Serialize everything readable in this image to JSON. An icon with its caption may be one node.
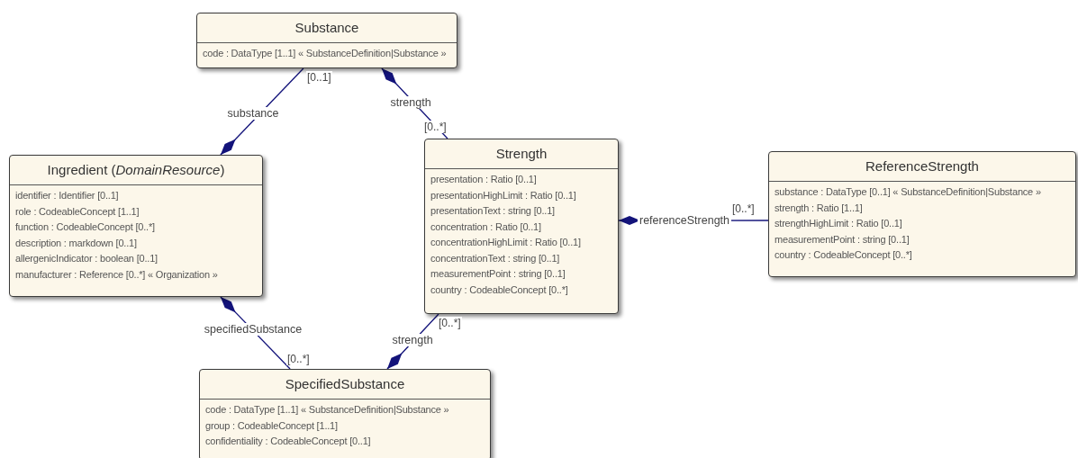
{
  "diagram": {
    "nodes": [
      {
        "text": [
          "Substance",
          "code : DataType [1..1] « SubstanceDefinition|Substance »"
        ]
      },
      {
        "text": [
          "Ingredient (*DomainResource*)",
          "identifier : Identifier [0..1]",
          "role : CodeableConcept [1..1]",
          "function : CodeableConcept [0..*]",
          "description : markdown [0..1]",
          "allergenicIndicator : boolean [0..1]",
          "manufacturer : Reference [0..*] « Organization »"
        ]
      },
      {
        "text": [
          "Strength",
          "presentation : Ratio [0..1]",
          "presentationHighLimit : Ratio [0..1]",
          "presentationText : string [0..1]",
          "concentration : Ratio [0..1]",
          "concentrationHighLimit : Ratio [0..1]",
          "concentrationText : string [0..1]",
          "measurementPoint : string [0..1]",
          "country : CodeableConcept [0..*]"
        ]
      },
      {
        "text": [
          "ReferenceStrength",
          "substance : DataType [0..1] « SubstanceDefinition|Substance »",
          "strength : Ratio [1..1]",
          "strengthHighLimit : Ratio [0..1]",
          "measurementPoint : string [0..1]",
          "country : CodeableConcept [0..*]"
        ]
      },
      {
        "text": [
          "SpecifiedSubstance",
          "code : DataType [1..1] « SubstanceDefinition|Substance »",
          "group : CodeableConcept [1..1]",
          "confidentiality : CodeableConcept [0..1]"
        ]
      }
    ],
    "edges": [
      {
        "from": 1,
        "to": 0,
        "arrow": "other",
        "label": "substance"
      },
      {
        "from": 0,
        "to": 2,
        "arrow": "other",
        "label": "strength"
      },
      {
        "from": 2,
        "to": 3,
        "arrow": "other",
        "label": "referenceStrength"
      },
      {
        "from": 1,
        "to": 4,
        "arrow": "other",
        "label": "specifiedSubstance"
      },
      {
        "from": 4,
        "to": 2,
        "arrow": "other",
        "label": "strength"
      }
    ],
    "labels": [
      "[0..1]",
      "[0..*]",
      "[0..*]",
      "[0..*]",
      "[0..*]"
    ]
  }
}
